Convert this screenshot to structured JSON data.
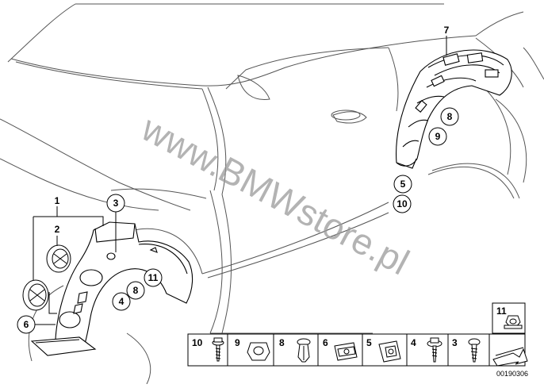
{
  "watermark": "www.BMWstore.pl",
  "catalog_code": "00190306",
  "callouts": {
    "c1": "1",
    "c2": "2",
    "c3": "3",
    "c4": "4",
    "c5": "5",
    "c6": "6",
    "c7": "7",
    "c8_front": "8",
    "c8_rear": "8",
    "c9": "9",
    "c10": "10",
    "c11": "11"
  },
  "legend": [
    {
      "number": "10",
      "icon": "screw-with-washer-icon"
    },
    {
      "number": "9",
      "icon": "hex-nut-icon"
    },
    {
      "number": "8",
      "icon": "expanding-rivet-icon"
    },
    {
      "number": "6",
      "icon": "clip-nut-icon"
    },
    {
      "number": "5",
      "icon": "spring-nut-icon"
    },
    {
      "number": "4",
      "icon": "collar-screw-icon"
    },
    {
      "number": "3",
      "icon": "tapping-screw-icon"
    },
    {
      "number": "11",
      "icon": "flange-nut-icon"
    }
  ],
  "colors": {
    "line": "#000000",
    "body_line": "#555555",
    "watermark": "#9a9a9a"
  }
}
